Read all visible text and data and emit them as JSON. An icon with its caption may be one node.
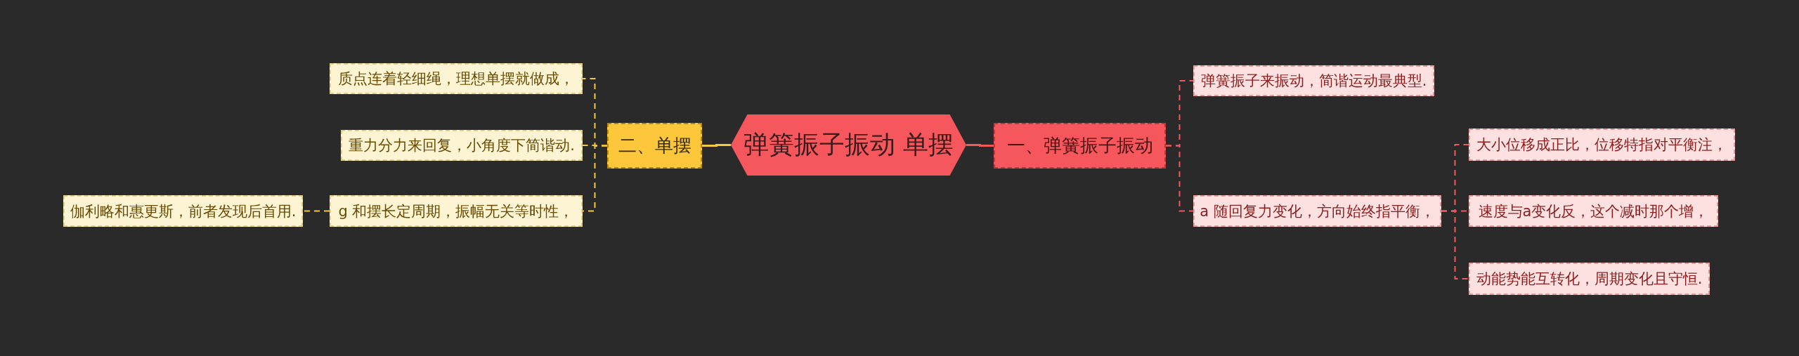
{
  "diagram": {
    "nodes": [
      {
        "text": [
          "弹簧振子振动 单摆"
        ]
      },
      {
        "text": [
          "一、弹簧振子振动"
        ]
      },
      {
        "text": [
          "弹簧振子来振动，简谐运动最典型."
        ]
      },
      {
        "text": [
          "a 随回复力变化，方向始终指平衡，"
        ]
      },
      {
        "text": [
          "大小位移成正比，位移特指对平衡注，"
        ]
      },
      {
        "text": [
          "速度与a变化反，这个减时那个增，"
        ]
      },
      {
        "text": [
          "动能势能互转化，周期变化且守恒."
        ]
      },
      {
        "text": [
          "二、单摆"
        ]
      },
      {
        "text": [
          "质点连着轻细绳，理想单摆就做成，"
        ]
      },
      {
        "text": [
          "重力分力来回复，小角度下简谐动."
        ]
      },
      {
        "text": [
          "g 和摆长定周期，振幅无关等时性，"
        ]
      },
      {
        "text": [
          "伽利略和惠更斯，前者发现后首用."
        ]
      }
    ],
    "edges": [
      {
        "from": 0,
        "to": 1,
        "arrow": "none",
        "color": "#f0585c"
      },
      {
        "from": 1,
        "to": 2,
        "arrow": "none",
        "style": "dashed",
        "color": "#f0585c"
      },
      {
        "from": 1,
        "to": 3,
        "arrow": "none",
        "style": "dashed",
        "color": "#f0585c"
      },
      {
        "from": 3,
        "to": 4,
        "arrow": "none",
        "style": "dashed",
        "color": "#f0585c"
      },
      {
        "from": 3,
        "to": 5,
        "arrow": "none",
        "style": "dashed",
        "color": "#f0585c"
      },
      {
        "from": 3,
        "to": 6,
        "arrow": "none",
        "style": "dashed",
        "color": "#f0585c"
      },
      {
        "from": 0,
        "to": 7,
        "arrow": "none",
        "color": "#f5c842"
      },
      {
        "from": 7,
        "to": 8,
        "arrow": "none",
        "style": "dashed",
        "color": "#f5c842"
      },
      {
        "from": 7,
        "to": 9,
        "arrow": "none",
        "style": "dashed",
        "color": "#f5c842"
      },
      {
        "from": 7,
        "to": 10,
        "arrow": "none",
        "style": "dashed",
        "color": "#f5c842"
      },
      {
        "from": 10,
        "to": 11,
        "arrow": "none",
        "style": "dashed",
        "color": "#f5c842"
      }
    ]
  }
}
